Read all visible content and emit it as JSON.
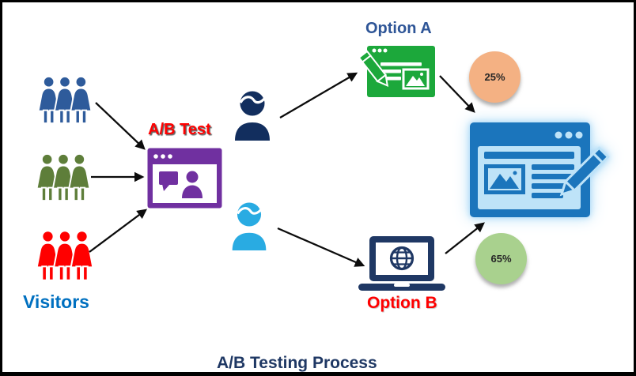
{
  "diagram": {
    "title": "A/B Testing Process",
    "title_color": "#1F3864",
    "visitors": {
      "label": "Visitors",
      "label_color": "#0070C0",
      "groups": [
        {
          "name": "visitor-group-blue",
          "color": "#2E5B9B"
        },
        {
          "name": "visitor-group-green",
          "color": "#5E7E3A"
        },
        {
          "name": "visitor-group-red",
          "color": "#FF0000"
        }
      ]
    },
    "ab_test": {
      "label": "A/B Test",
      "label_color": "#FF0000",
      "icon": "browser-chat-user-icon",
      "icon_color": "#7030A0"
    },
    "testers": [
      {
        "name": "tester-a-person",
        "color": "#122E5E"
      },
      {
        "name": "tester-b-person",
        "color": "#29ABE2"
      }
    ],
    "option_a": {
      "label": "Option A",
      "label_color": "#2E5597",
      "icon": "webpage-edit-icon",
      "icon_color": "#1CA83B",
      "result": "25%",
      "result_color": "#F4B183"
    },
    "option_b": {
      "label": "Option B",
      "label_color": "#FF0000",
      "icon": "laptop-globe-icon",
      "icon_color": "#1F3864",
      "result": "65%",
      "result_color": "#A9D18E"
    },
    "final_page": {
      "icon": "webpage-edit-icon",
      "color": "#1B75BC",
      "inner_color": "#BEE3F8",
      "glow_color": "#BDE3F8"
    }
  }
}
